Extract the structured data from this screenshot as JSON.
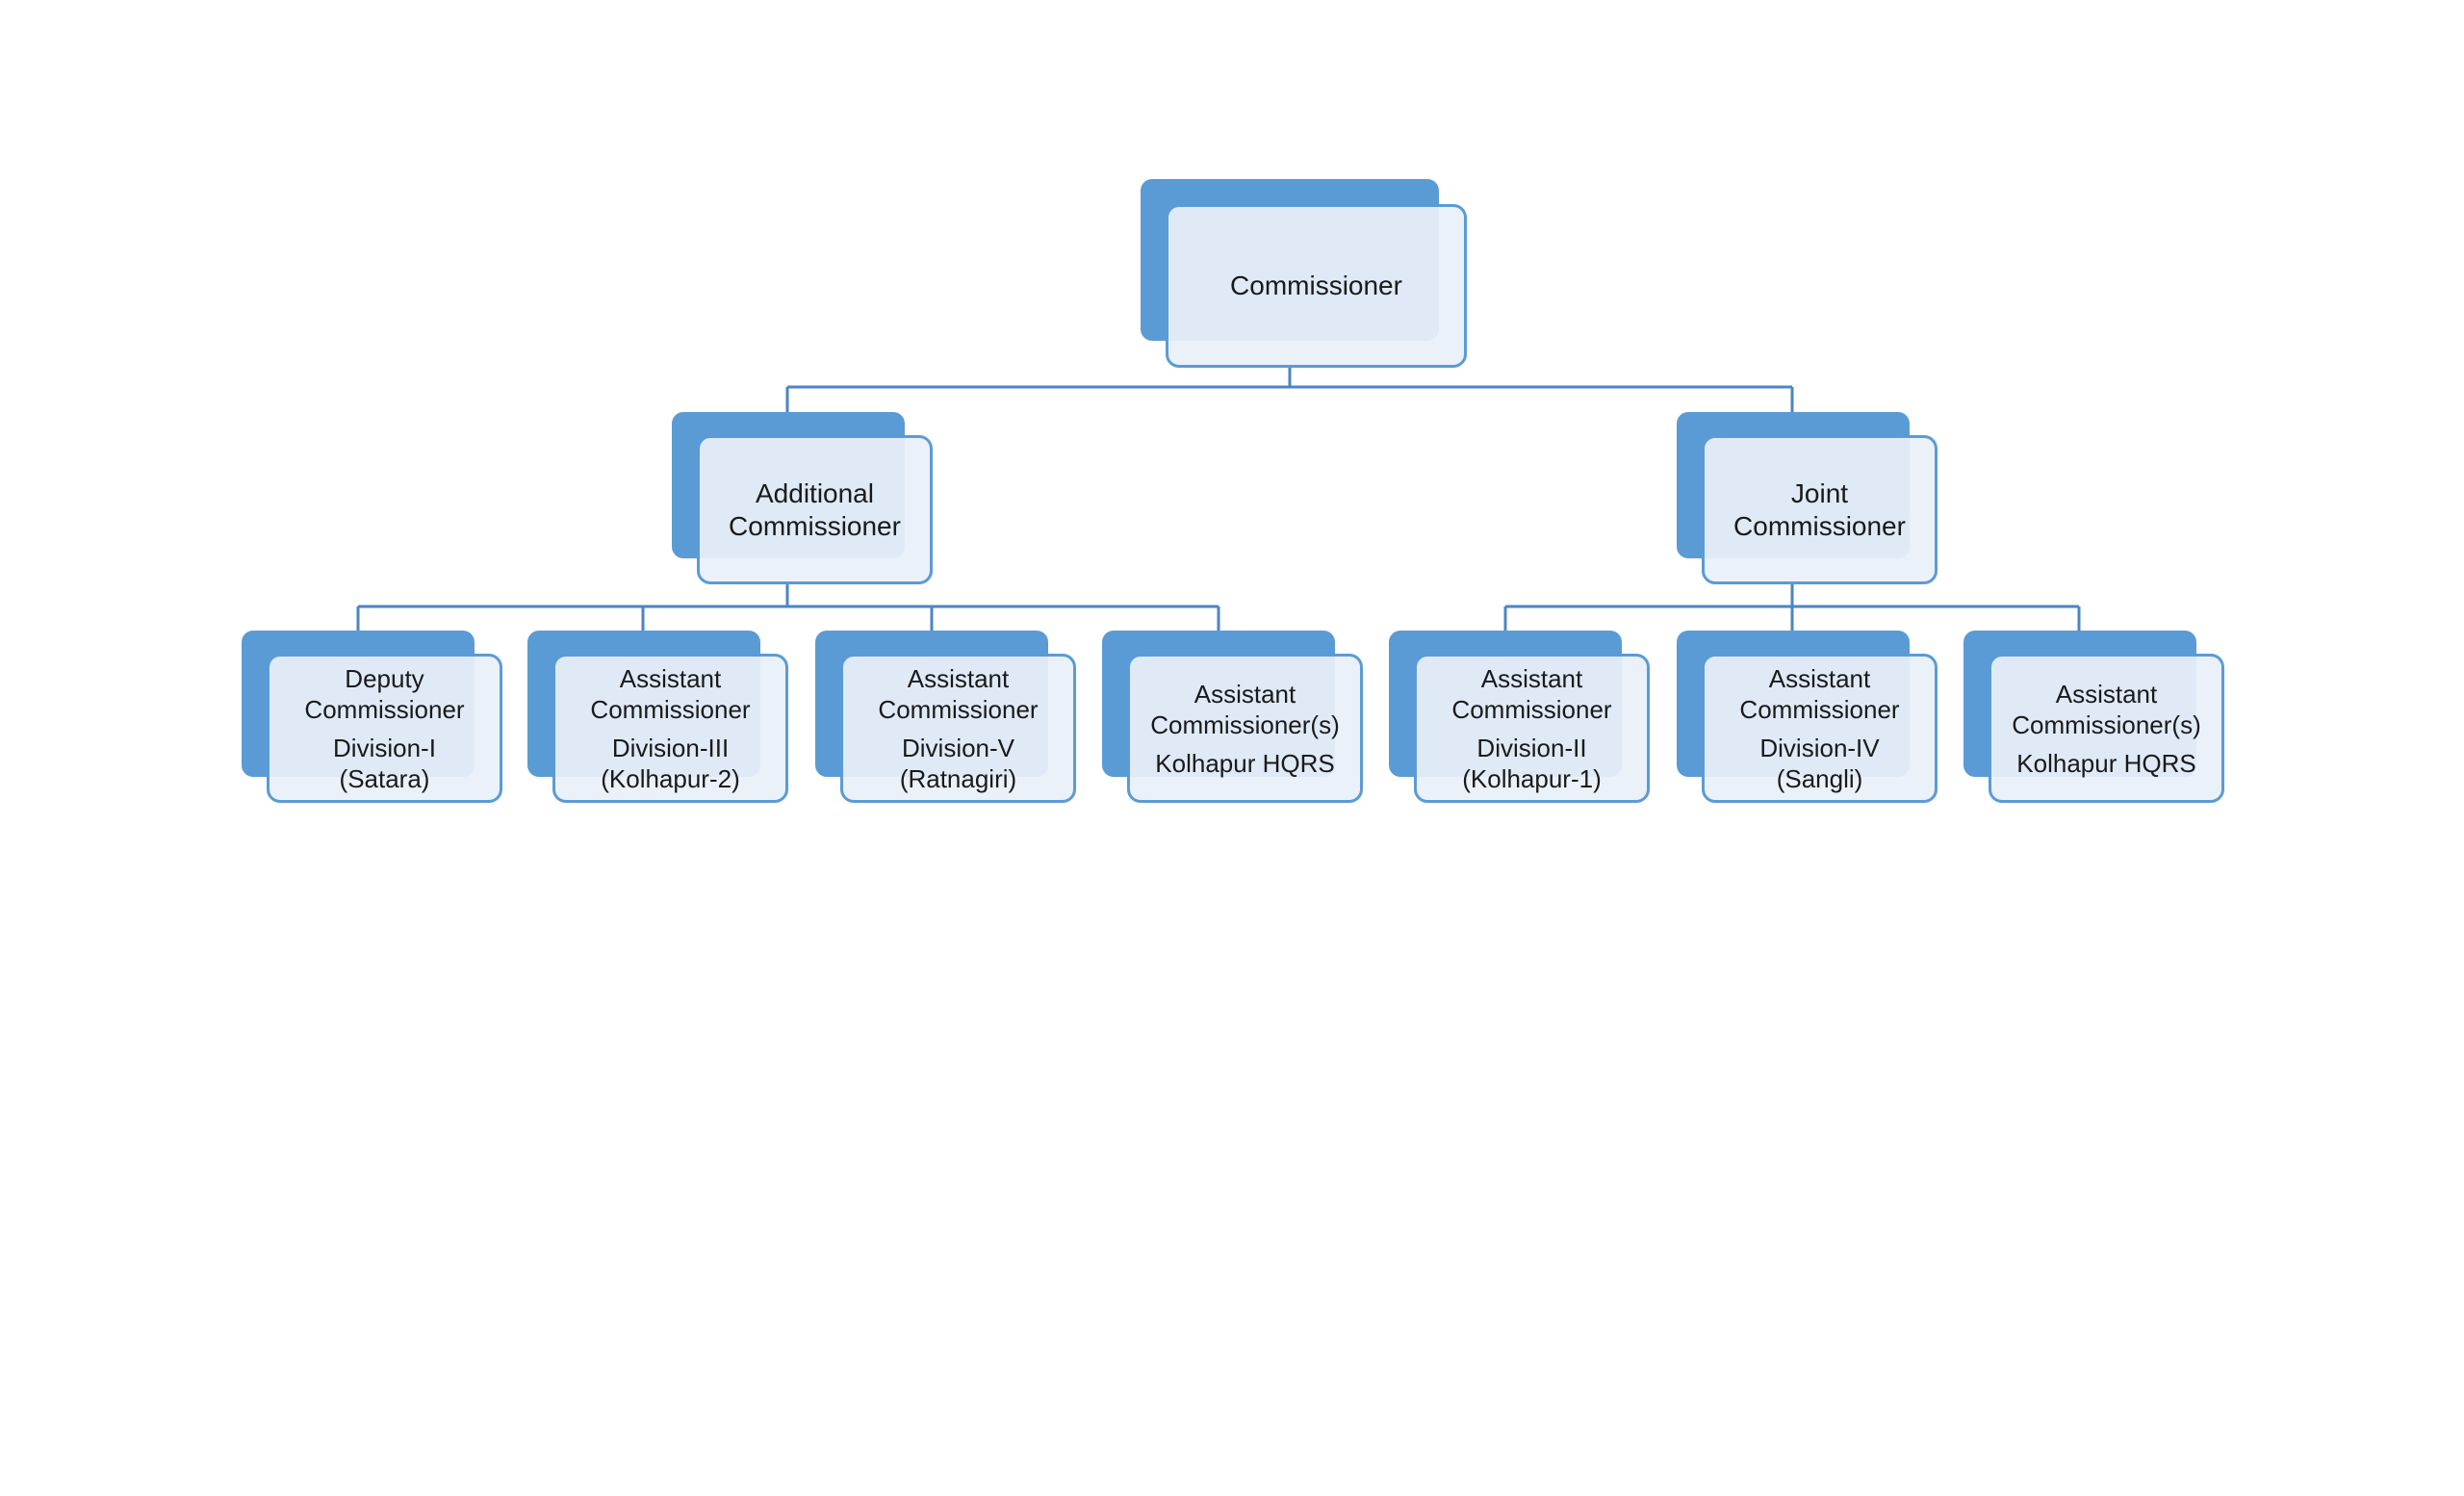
{
  "diagram": {
    "colors": {
      "accent": "#5b9bd5",
      "box_fill": "#e9f0f9",
      "connector": "#4a86c5",
      "text": "#1a1a1a"
    },
    "root": {
      "title": "Commissioner"
    },
    "level1": [
      {
        "title": "Additional Commissioner"
      },
      {
        "title": "Joint Commissioner"
      }
    ],
    "level2": [
      {
        "title": "Deputy Commissioner",
        "sub": "Division-I (Satara)"
      },
      {
        "title": "Assistant Commissioner",
        "sub": "Division-III (Kolhapur-2)"
      },
      {
        "title": "Assistant Commissioner",
        "sub": "Division-V (Ratnagiri)"
      },
      {
        "title": "Assistant Commissioner(s)",
        "sub": "Kolhapur HQRS"
      },
      {
        "title": "Assistant Commissioner",
        "sub": "Division-II (Kolhapur-1)"
      },
      {
        "title": "Assistant Commissioner",
        "sub": "Division-IV (Sangli)"
      },
      {
        "title": "Assistant Commissioner(s)",
        "sub": "Kolhapur HQRS"
      }
    ]
  }
}
